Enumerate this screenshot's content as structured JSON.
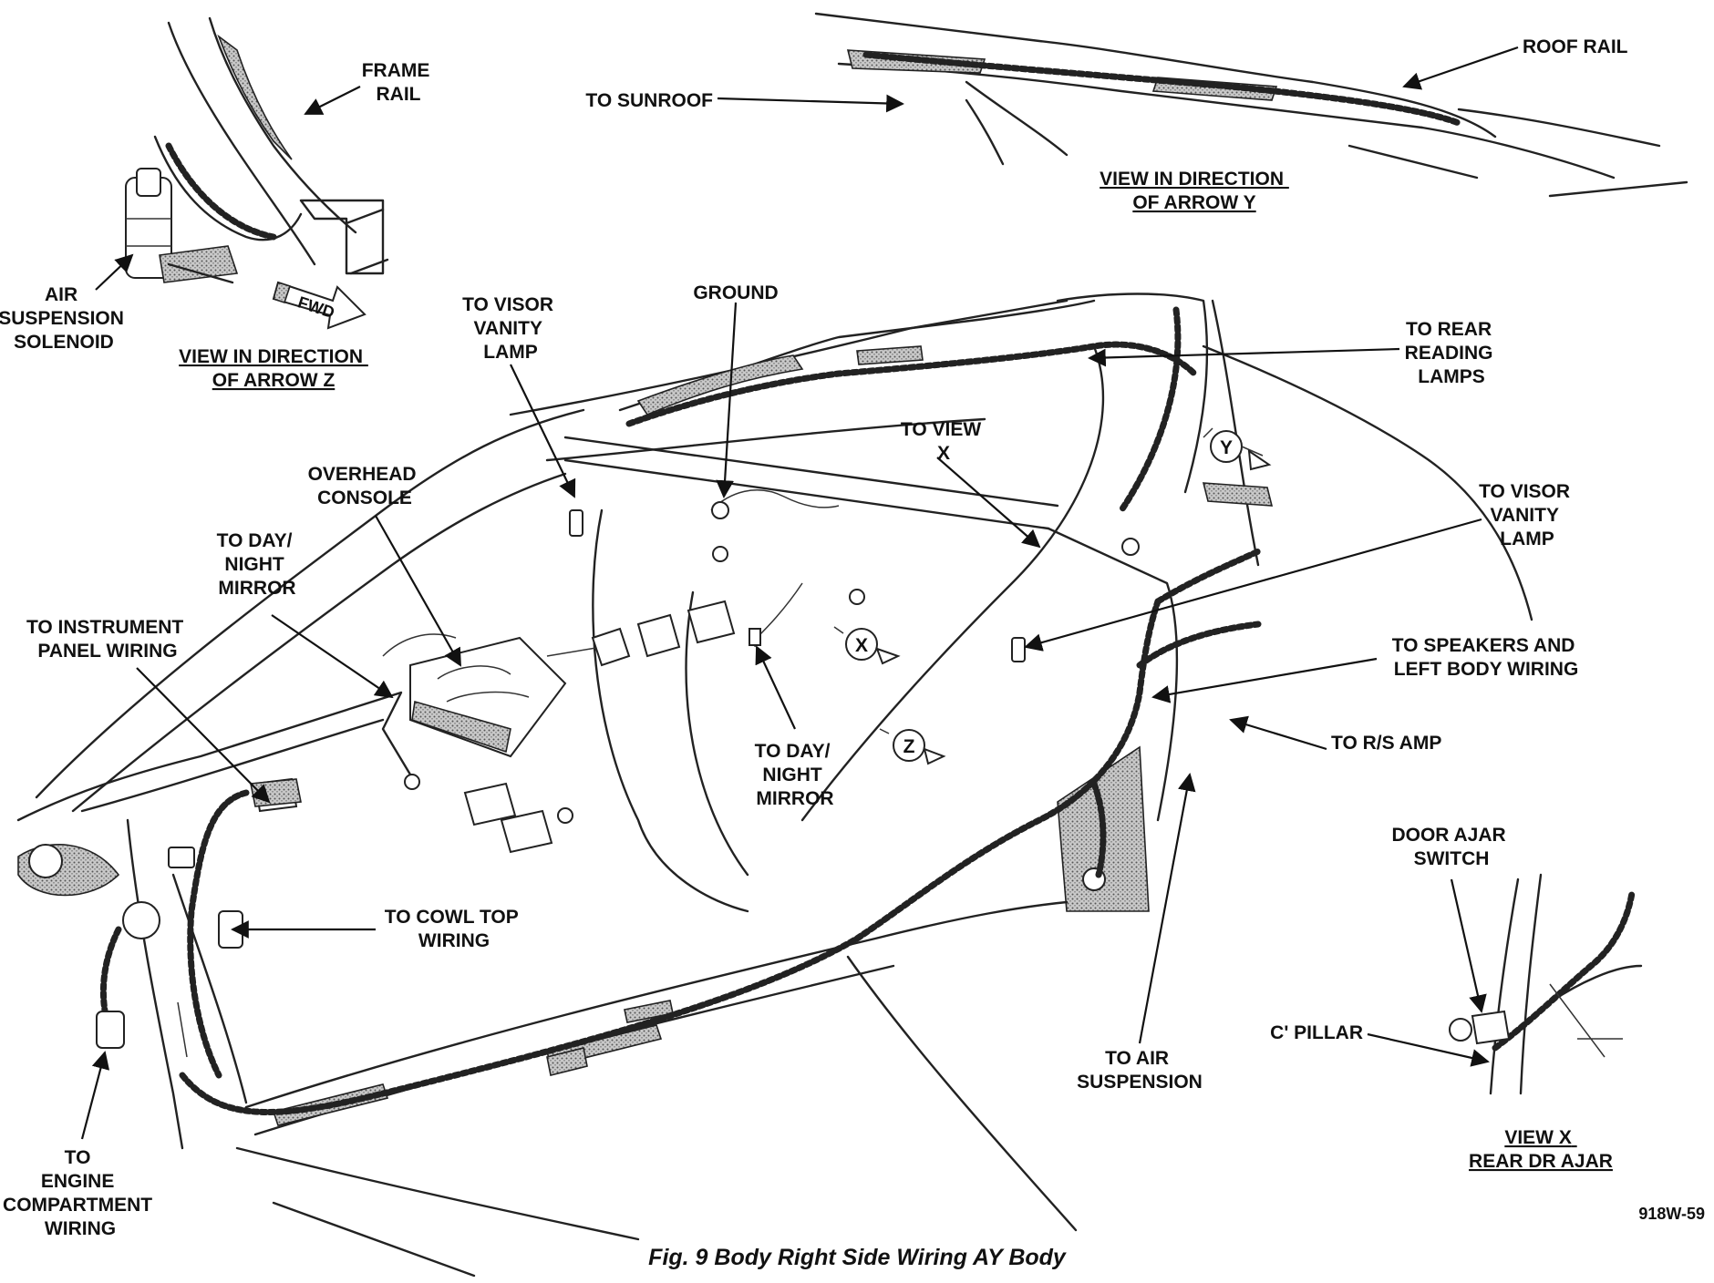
{
  "figure": {
    "caption": "Fig. 9 Body Right Side Wiring AY Body",
    "code": "918W-59"
  },
  "views": {
    "arrow_z": [
      "VIEW IN DIRECTION",
      "OF ARROW Z"
    ],
    "arrow_y": [
      "VIEW IN DIRECTION",
      "OF ARROW Y"
    ],
    "view_x": [
      "VIEW X",
      "REAR DR AJAR"
    ]
  },
  "labels": {
    "frame_rail": [
      "FRAME",
      "RAIL"
    ],
    "air_suspension_solenoid": [
      "AIR",
      "SUSPENSION",
      "SOLENOID"
    ],
    "to_sunroof": [
      "TO SUNROOF"
    ],
    "roof_rail": [
      "ROOF RAIL"
    ],
    "to_visor_vanity_lamp_left": [
      "TO VISOR",
      "VANITY",
      "LAMP"
    ],
    "ground": [
      "GROUND"
    ],
    "to_rear_reading_lamps": [
      "TO REAR",
      "READING",
      "LAMPS"
    ],
    "to_view_x": [
      "TO VIEW",
      "X"
    ],
    "overhead_console": [
      "OVERHEAD",
      "CONSOLE"
    ],
    "to_day_night_mirror_upper": [
      "TO DAY/",
      "NIGHT",
      "MIRROR"
    ],
    "to_instrument_panel_wiring": [
      "TO INSTRUMENT",
      "PANEL WIRING"
    ],
    "to_visor_vanity_lamp_right": [
      "TO VISOR",
      "VANITY",
      "LAMP"
    ],
    "to_speakers_left_body": [
      "TO SPEAKERS AND",
      "LEFT BODY WIRING"
    ],
    "to_rs_amp": [
      "TO R/S AMP"
    ],
    "to_day_night_mirror_lower": [
      "TO DAY/",
      "NIGHT",
      "MIRROR"
    ],
    "door_ajar_switch": [
      "DOOR AJAR",
      "SWITCH"
    ],
    "c_pillar": [
      "C' PILLAR"
    ],
    "to_cowl_top_wiring": [
      "TO COWL TOP",
      "WIRING"
    ],
    "to_air_suspension": [
      "TO AIR",
      "SUSPENSION"
    ],
    "to_engine_compartment": [
      "TO",
      "ENGINE",
      "COMPARTMENT",
      "WIRING"
    ]
  },
  "markers": {
    "fwd": "FWD",
    "x": "X",
    "y": "Y",
    "z": "Z"
  }
}
